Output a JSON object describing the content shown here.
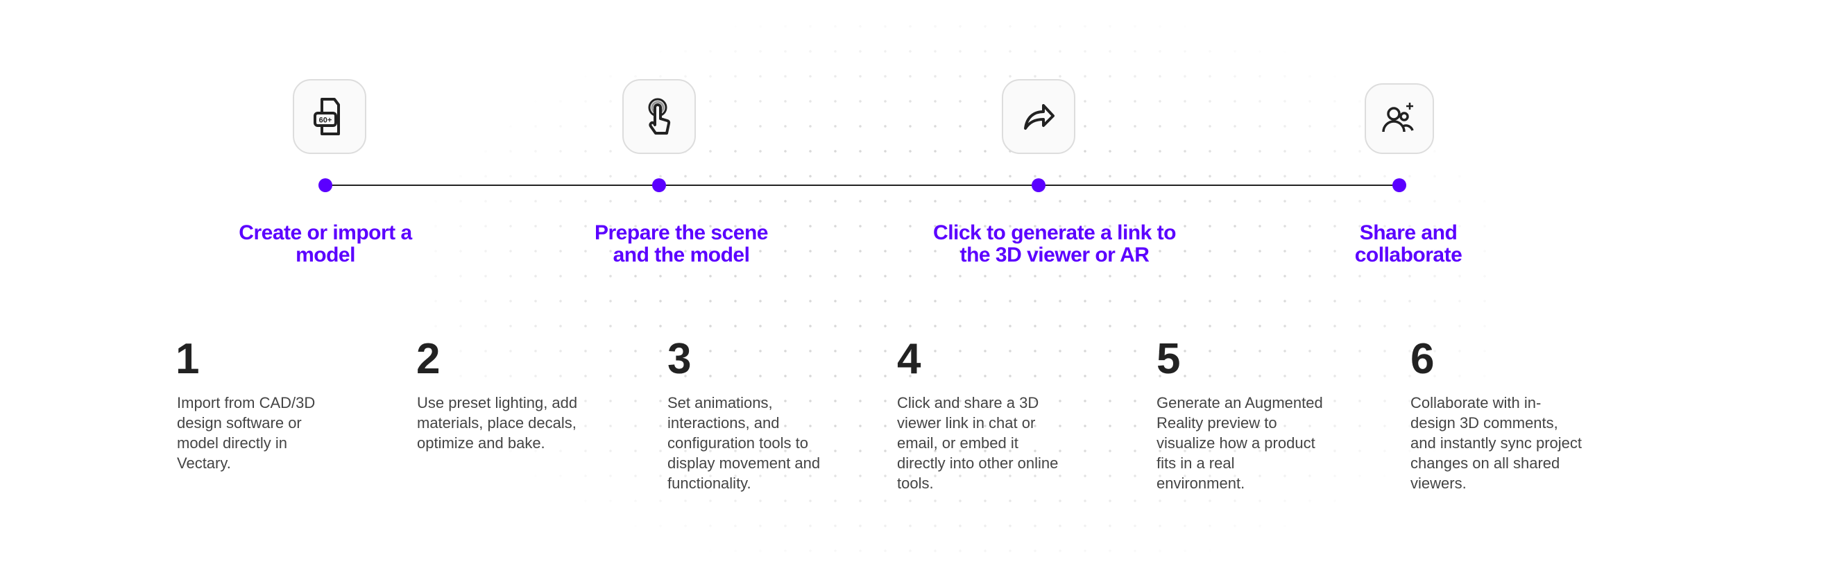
{
  "accent": "#5b00ff",
  "steps": [
    {
      "icon": "file-60-plus-icon",
      "badge": "60+",
      "title": "Create or import a model"
    },
    {
      "icon": "tap-hand-icon",
      "title": "Prepare the scene and the model"
    },
    {
      "icon": "share-arrow-icon",
      "title": "Click to generate a link to the 3D viewer or AR"
    },
    {
      "icon": "add-users-icon",
      "title": "Share and collaborate"
    }
  ],
  "features": [
    {
      "number": "1",
      "text": "Import from CAD/3D design software or model directly in Vectary."
    },
    {
      "number": "2",
      "text": "Use preset lighting, add materials, place decals, optimize and bake."
    },
    {
      "number": "3",
      "text": "Set animations, interactions, and configuration tools to display movement and functionality."
    },
    {
      "number": "4",
      "text": "Click and share a 3D viewer link in chat or email, or embed it directly into other online tools."
    },
    {
      "number": "5",
      "text": "Generate an Augmented Reality preview to visualize how a product fits in a real environment."
    },
    {
      "number": "6",
      "text": "Collaborate with in-design 3D comments, and instantly sync project changes on all shared viewers."
    }
  ]
}
